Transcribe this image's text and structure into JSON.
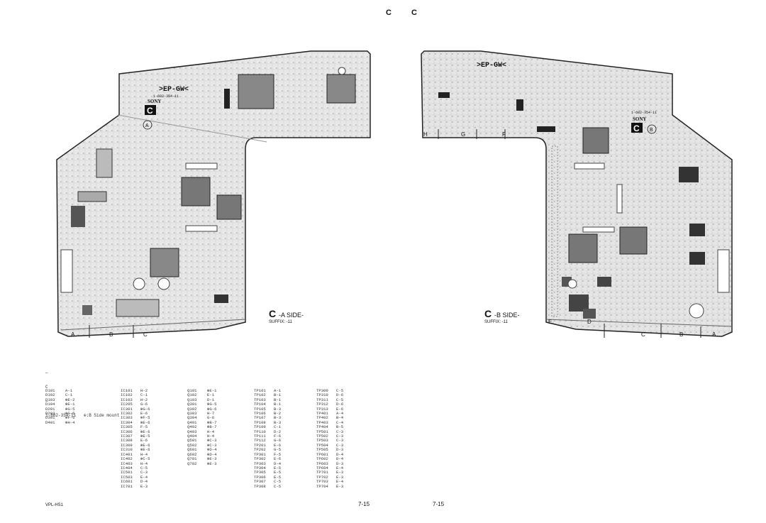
{
  "header": {
    "left": "C",
    "right": "C"
  },
  "board_a": {
    "title_letter": "C",
    "title_text": "-A SIDE-",
    "suffix": "SUFFIX: -11",
    "silk_name": ">EP-GW<",
    "silk_part": "1-682-354-11",
    "silk_brand": "SONY",
    "silk_mark": "C",
    "silk_side": "A",
    "zones": [
      "A",
      "B",
      "C"
    ]
  },
  "board_b": {
    "title_letter": "C",
    "title_text": "-B SIDE-",
    "suffix": "SUFFIX: -11",
    "silk_name": ">EP-GW<",
    "silk_part": "1-682-354-11",
    "silk_brand": "SONY",
    "silk_mark": "C",
    "silk_side": "B",
    "zones": [
      "H",
      "G",
      "F",
      "E",
      "D",
      "C",
      "B",
      "A"
    ]
  },
  "reference": {
    "line1": "—",
    "line2": "C",
    "line3": "—",
    "line4": "1-682-354-11   ⊕:B Side mount"
  },
  "columns": [
    [
      [
        "D101",
        "A-1"
      ],
      [
        "D102",
        "C-1"
      ],
      [
        "D103",
        "⊕E-2"
      ],
      [
        "D104",
        "⊕E-1"
      ],
      [
        "D201",
        "⊕G-5"
      ],
      [
        "D202",
        "⊕G-6"
      ],
      [
        "D301",
        "⊕F-6"
      ],
      [
        "D401",
        "⊕H-4"
      ]
    ],
    [
      [
        "IC101",
        "H-2"
      ],
      [
        "IC102",
        "C-1"
      ],
      [
        "IC103",
        "H-2"
      ],
      [
        "IC205",
        "G-6"
      ],
      [
        "IC301",
        "⊕G-6"
      ],
      [
        "IC302",
        "E-6"
      ],
      [
        "IC303",
        "⊕F-5"
      ],
      [
        "IC304",
        "⊕E-6"
      ],
      [
        "IC305",
        "F-5"
      ],
      [
        "IC306",
        "⊕E-6"
      ],
      [
        "IC307",
        "⊕E-5"
      ],
      [
        "IC308",
        "E-6"
      ],
      [
        "IC309",
        "⊕E-6"
      ],
      [
        "IC310",
        "⊕E-6"
      ],
      [
        "IC401",
        "H-4"
      ],
      [
        "IC402",
        "⊕C-5"
      ],
      [
        "IC403",
        "H-4"
      ],
      [
        "IC404",
        "C-5"
      ],
      [
        "IC501",
        "C-3"
      ],
      [
        "IC503",
        "E-4"
      ],
      [
        "IC601",
        "D-4"
      ],
      [
        "IC701",
        "E-3"
      ]
    ],
    [
      [
        "Q101",
        "⊕E-1"
      ],
      [
        "Q102",
        "E-1"
      ],
      [
        "Q103",
        "D-1"
      ],
      [
        "Q301",
        "⊕G-5"
      ],
      [
        "Q302",
        "⊕G-6"
      ],
      [
        "Q303",
        "H-7"
      ],
      [
        "Q304",
        "G-6"
      ],
      [
        "Q401",
        "⊕B-7"
      ],
      [
        "Q402",
        "⊕B-7"
      ],
      [
        "Q403",
        "H-4"
      ],
      [
        "Q404",
        "H-4"
      ],
      [
        "Q501",
        "⊕C-3"
      ],
      [
        "Q502",
        "⊕C-3"
      ],
      [
        "Q601",
        "⊕D-4"
      ],
      [
        "Q602",
        "⊕D-4"
      ],
      [
        "Q701",
        "⊕E-3"
      ],
      [
        "Q702",
        "⊕E-3"
      ]
    ],
    [
      [
        "TP101",
        "A-1"
      ],
      [
        "TP102",
        "B-1"
      ],
      [
        "TP103",
        "B-1"
      ],
      [
        "TP104",
        "B-1"
      ],
      [
        "TP105",
        "B-3"
      ],
      [
        "TP106",
        "B-2"
      ],
      [
        "TP107",
        "B-3"
      ],
      [
        "TP108",
        "B-3"
      ],
      [
        "TP109",
        "C-1"
      ],
      [
        "TP110",
        "D-2"
      ],
      [
        "TP111",
        "F-6"
      ],
      [
        "TP112",
        "G-6"
      ],
      [
        "TP201",
        "E-6"
      ],
      [
        "TP202",
        "G-5"
      ],
      [
        "TP301",
        "F-5"
      ],
      [
        "TP302",
        "E-6"
      ],
      [
        "TP303",
        "D-4"
      ],
      [
        "TP304",
        "E-5"
      ],
      [
        "TP305",
        "E-5"
      ],
      [
        "TP306",
        "E-5"
      ],
      [
        "TP307",
        "C-5"
      ],
      [
        "TP308",
        "C-5"
      ]
    ],
    [
      [
        "TP309",
        "C-5"
      ],
      [
        "TP310",
        "D-6"
      ],
      [
        "TP311",
        "C-5"
      ],
      [
        "TP312",
        "D-6"
      ],
      [
        "TP313",
        "E-6"
      ],
      [
        "TP401",
        "A-4"
      ],
      [
        "TP402",
        "B-4"
      ],
      [
        "TP403",
        "C-4"
      ],
      [
        "TP404",
        "B-5"
      ],
      [
        "TP501",
        "C-3"
      ],
      [
        "TP502",
        "C-3"
      ],
      [
        "TP503",
        "C-3"
      ],
      [
        "TP504",
        "C-3"
      ],
      [
        "TP505",
        "D-3"
      ],
      [
        "TP601",
        "D-4"
      ],
      [
        "TP602",
        "D-4"
      ],
      [
        "TP603",
        "D-3"
      ],
      [
        "TP604",
        "E-4"
      ],
      [
        "TP701",
        "E-3"
      ],
      [
        "TP702",
        "E-3"
      ],
      [
        "TP703",
        "E-4"
      ],
      [
        "TP704",
        "E-3"
      ]
    ]
  ],
  "footer": {
    "model": "VPL-HS1",
    "page_left": "7-15",
    "page_right": "7-15"
  }
}
